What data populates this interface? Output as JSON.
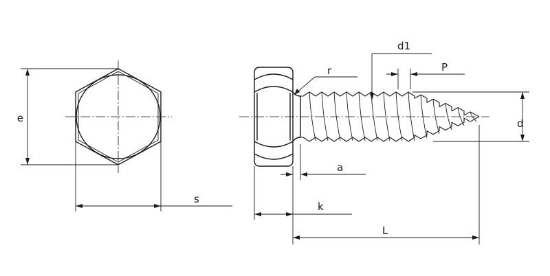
{
  "labels": {
    "e": "e",
    "s": "s",
    "r": "r",
    "d1": "d1",
    "P": "P",
    "d": "d",
    "a": "a",
    "k": "k",
    "L": "L"
  },
  "colors": {
    "line": "#1a1a1a",
    "background": "#ffffff"
  }
}
